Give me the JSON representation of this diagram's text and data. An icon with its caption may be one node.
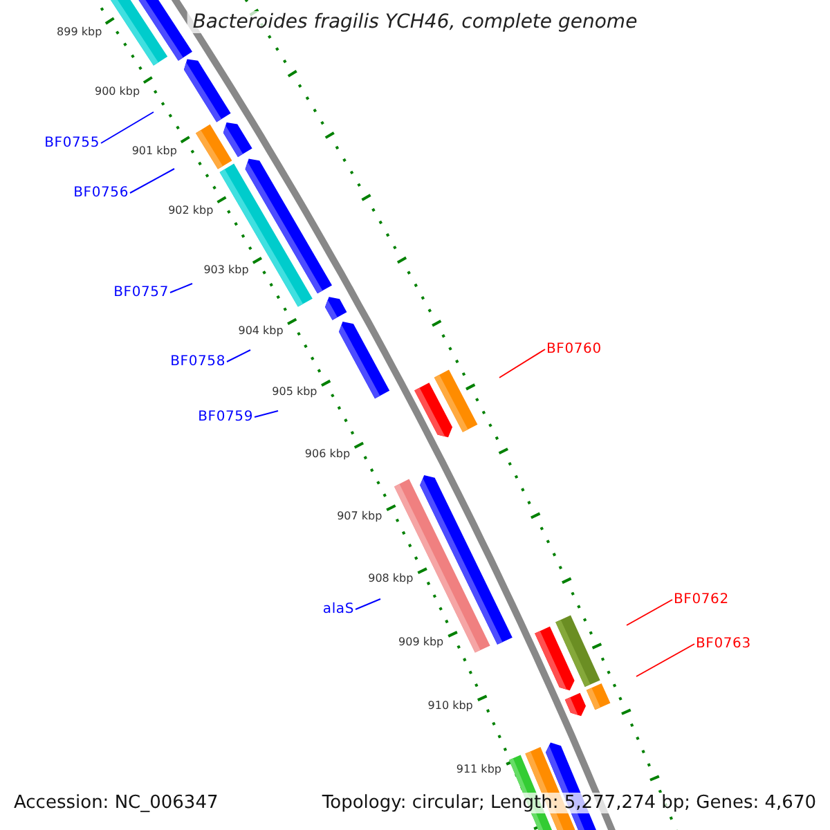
{
  "diagram": {
    "title": "Bacteroides fragilis YCH46, complete genome",
    "nodes": [
      {
        "text": [
          "BF0755"
        ]
      },
      {
        "text": [
          "BF0756"
        ]
      },
      {
        "text": [
          "BF0757"
        ]
      },
      {
        "text": [
          "BF0760"
        ]
      },
      {
        "text": [
          "BF0758"
        ]
      },
      {
        "text": [
          "BF0759"
        ]
      },
      {
        "text": [
          "BF0762"
        ]
      },
      {
        "text": [
          "alaS"
        ]
      },
      {
        "text": [
          "BF0763"
        ]
      }
    ],
    "edges": [
      {
        "from": 0,
        "to": null,
        "arrow": "none"
      },
      {
        "from": 1,
        "to": null,
        "arrow": "none"
      },
      {
        "from": 2,
        "to": null,
        "arrow": "none"
      },
      {
        "from": 3,
        "to": null,
        "arrow": "none",
        "color": "#ff0000"
      },
      {
        "from": 4,
        "to": null,
        "arrow": "none"
      },
      {
        "from": 5,
        "to": null,
        "arrow": "none"
      },
      {
        "from": 6,
        "to": null,
        "arrow": "none",
        "color": "#ff0000"
      },
      {
        "from": 7,
        "to": null,
        "arrow": "none"
      },
      {
        "from": 8,
        "to": null,
        "arrow": "none",
        "color": "#ff0000"
      }
    ],
    "labels": [
      "899 kbp",
      "900 kbp",
      "901 kbp",
      "902 kbp",
      "903 kbp",
      "904 kbp",
      "905 kbp",
      "906 kbp",
      "907 kbp",
      "908 kbp",
      "909 kbp",
      "910 kbp",
      "911 kbp",
      "Accession: NC_006347",
      "Topology: circular; Length: 5,277,274 bp; Genes: 4,670"
    ]
  }
}
